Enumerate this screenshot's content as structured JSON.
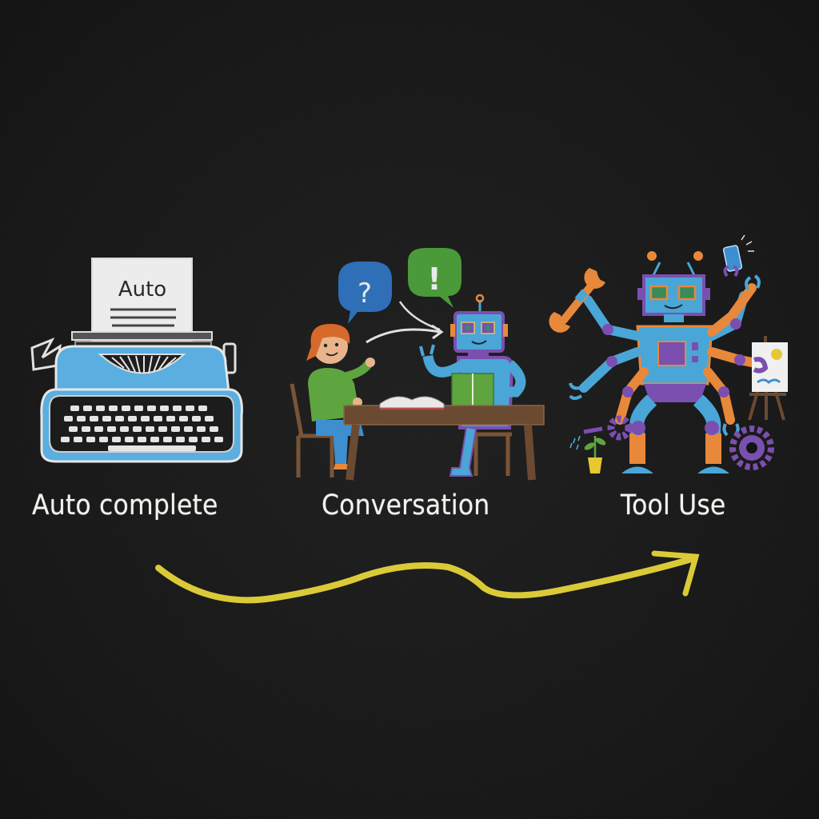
{
  "diagram": {
    "type": "progression",
    "background_color": "#141414",
    "stages": [
      {
        "id": "autocomplete",
        "label": "Auto complete",
        "illustration": "typewriter-icon",
        "paper_text": "Auto",
        "colors": {
          "body": "#5aaee0",
          "outline": "#e8e8e8",
          "paper": "#ededed"
        }
      },
      {
        "id": "conversation",
        "label": "Conversation",
        "illustration": "person-and-robot-at-table",
        "bubbles": [
          {
            "symbol": "?",
            "color": "#2f6fb8"
          },
          {
            "symbol": "!",
            "color": "#4b9a3a"
          }
        ],
        "colors": {
          "person_shirt": "#5fa53f",
          "robot_body": "#4aa6d6",
          "robot_trim": "#7b4fb0",
          "table": "#6b4a32"
        }
      },
      {
        "id": "tool-use",
        "label": "Tool Use",
        "illustration": "multi-armed-robot-with-tools",
        "tools": [
          "wrench",
          "smartphone",
          "paint-canvas",
          "watering-can",
          "gears",
          "potted-plant"
        ],
        "colors": {
          "robot_body": "#4aa6d6",
          "arms": "#e8883a",
          "joints": "#7b4fb0",
          "gear": "#7b4fb0"
        }
      }
    ],
    "arrow": {
      "color": "#e6d43a",
      "direction": "left-to-right",
      "style": "wavy-chalk"
    }
  }
}
